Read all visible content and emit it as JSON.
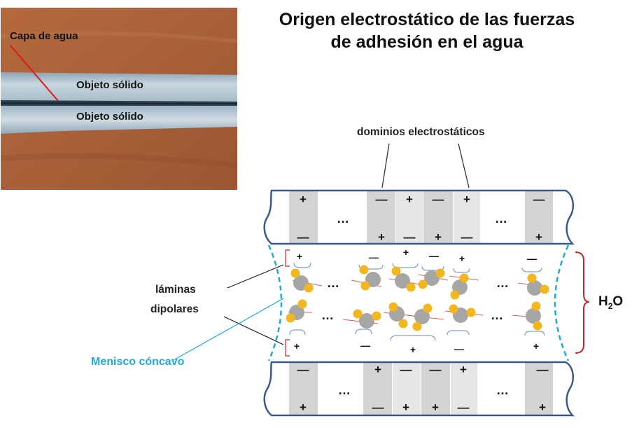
{
  "title": [
    "Origen electrostático de las fuerzas",
    "de adhesión en el agua"
  ],
  "photo_labels": {
    "water_layer": "Capa de agua",
    "solid_top": "Objeto sólido",
    "solid_bottom": "Objeto sólido"
  },
  "labels": {
    "domains": "dominios electrostáticos",
    "dipolar_1": "láminas",
    "dipolar_2": "dipolares",
    "meniscus": "Menisco cóncavo",
    "h2o_main": "H",
    "h2o_sub": "2",
    "h2o_end": "O"
  },
  "ellipsis": "…",
  "top_plate": {
    "top_signs": [
      "+",
      "—",
      "+",
      "—",
      "+",
      "—"
    ],
    "bottom_signs": [
      "—",
      "+",
      "—",
      "+",
      "—",
      "+"
    ]
  },
  "bottom_plate": {
    "top_signs": [
      "—",
      "+",
      "—",
      "—",
      "+",
      "—"
    ],
    "bottom_signs": [
      "+",
      "—",
      "+",
      "+",
      "—",
      "+"
    ]
  },
  "water_signs": {
    "top": [
      "+",
      "—",
      "+",
      "—",
      "+",
      "—"
    ],
    "bottom": [
      "+",
      "—",
      "+",
      "—",
      "+"
    ]
  },
  "colors": {
    "plate_stroke": "#3a5a8c",
    "domain_fill": "#d4d4d4",
    "meniscus": "#1fa8d8",
    "bracket_red": "#c0282c",
    "oxygen": "#a6a6a6",
    "hydrogen": "#f2b71e",
    "dipole_line": "#e06060",
    "bracket_blue": "#7aa0cc"
  }
}
